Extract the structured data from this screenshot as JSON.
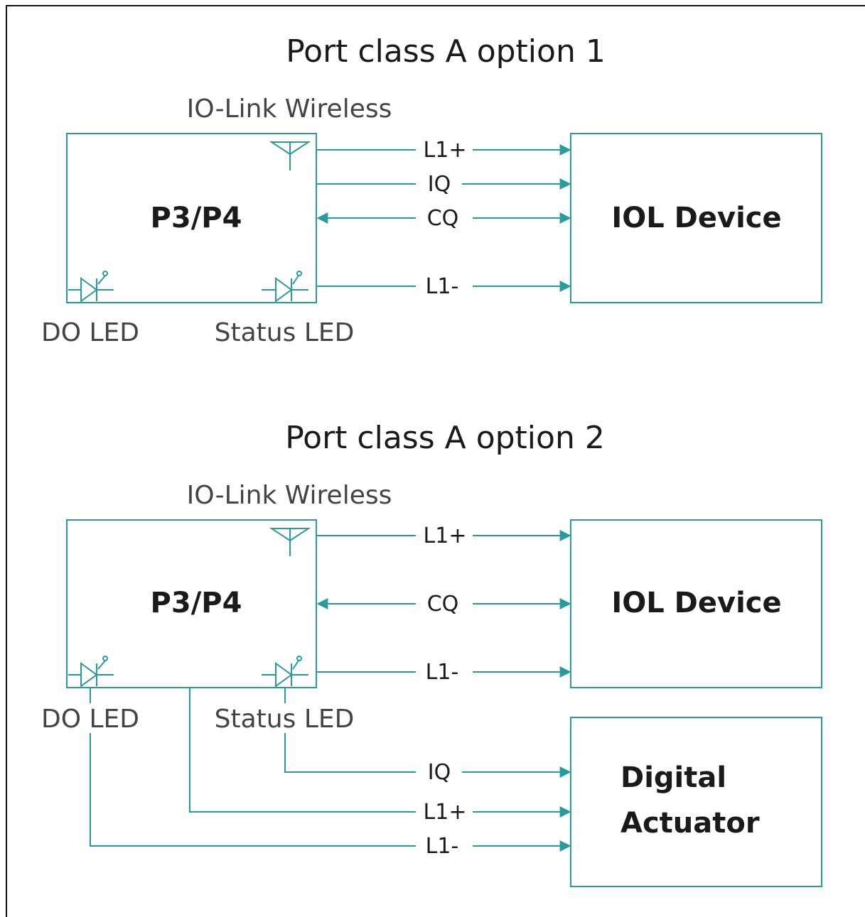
{
  "diagrams": [
    {
      "title": "Port class A option 1",
      "wireless_label": "IO-Link Wireless",
      "master_label": "P3/P4",
      "device_label": "IOL Device",
      "do_led_label": "DO LED",
      "status_led_label": "Status LED",
      "signals": [
        "L1+",
        "IQ",
        "CQ",
        "L1-"
      ]
    },
    {
      "title": "Port class A option 2",
      "wireless_label": "IO-Link Wireless",
      "master_label": "P3/P4",
      "device_label": "IOL Device",
      "do_led_label": "DO LED",
      "status_led_label": "Status LED",
      "signals": [
        "L1+",
        "CQ",
        "L1-"
      ],
      "actuator_label_lines": [
        "Digital",
        "Actuator"
      ],
      "actuator_signals": [
        "IQ",
        "L1+",
        "L1-"
      ]
    }
  ],
  "colors": {
    "line": "#2a9a9a",
    "text": "#1a1a1a"
  }
}
